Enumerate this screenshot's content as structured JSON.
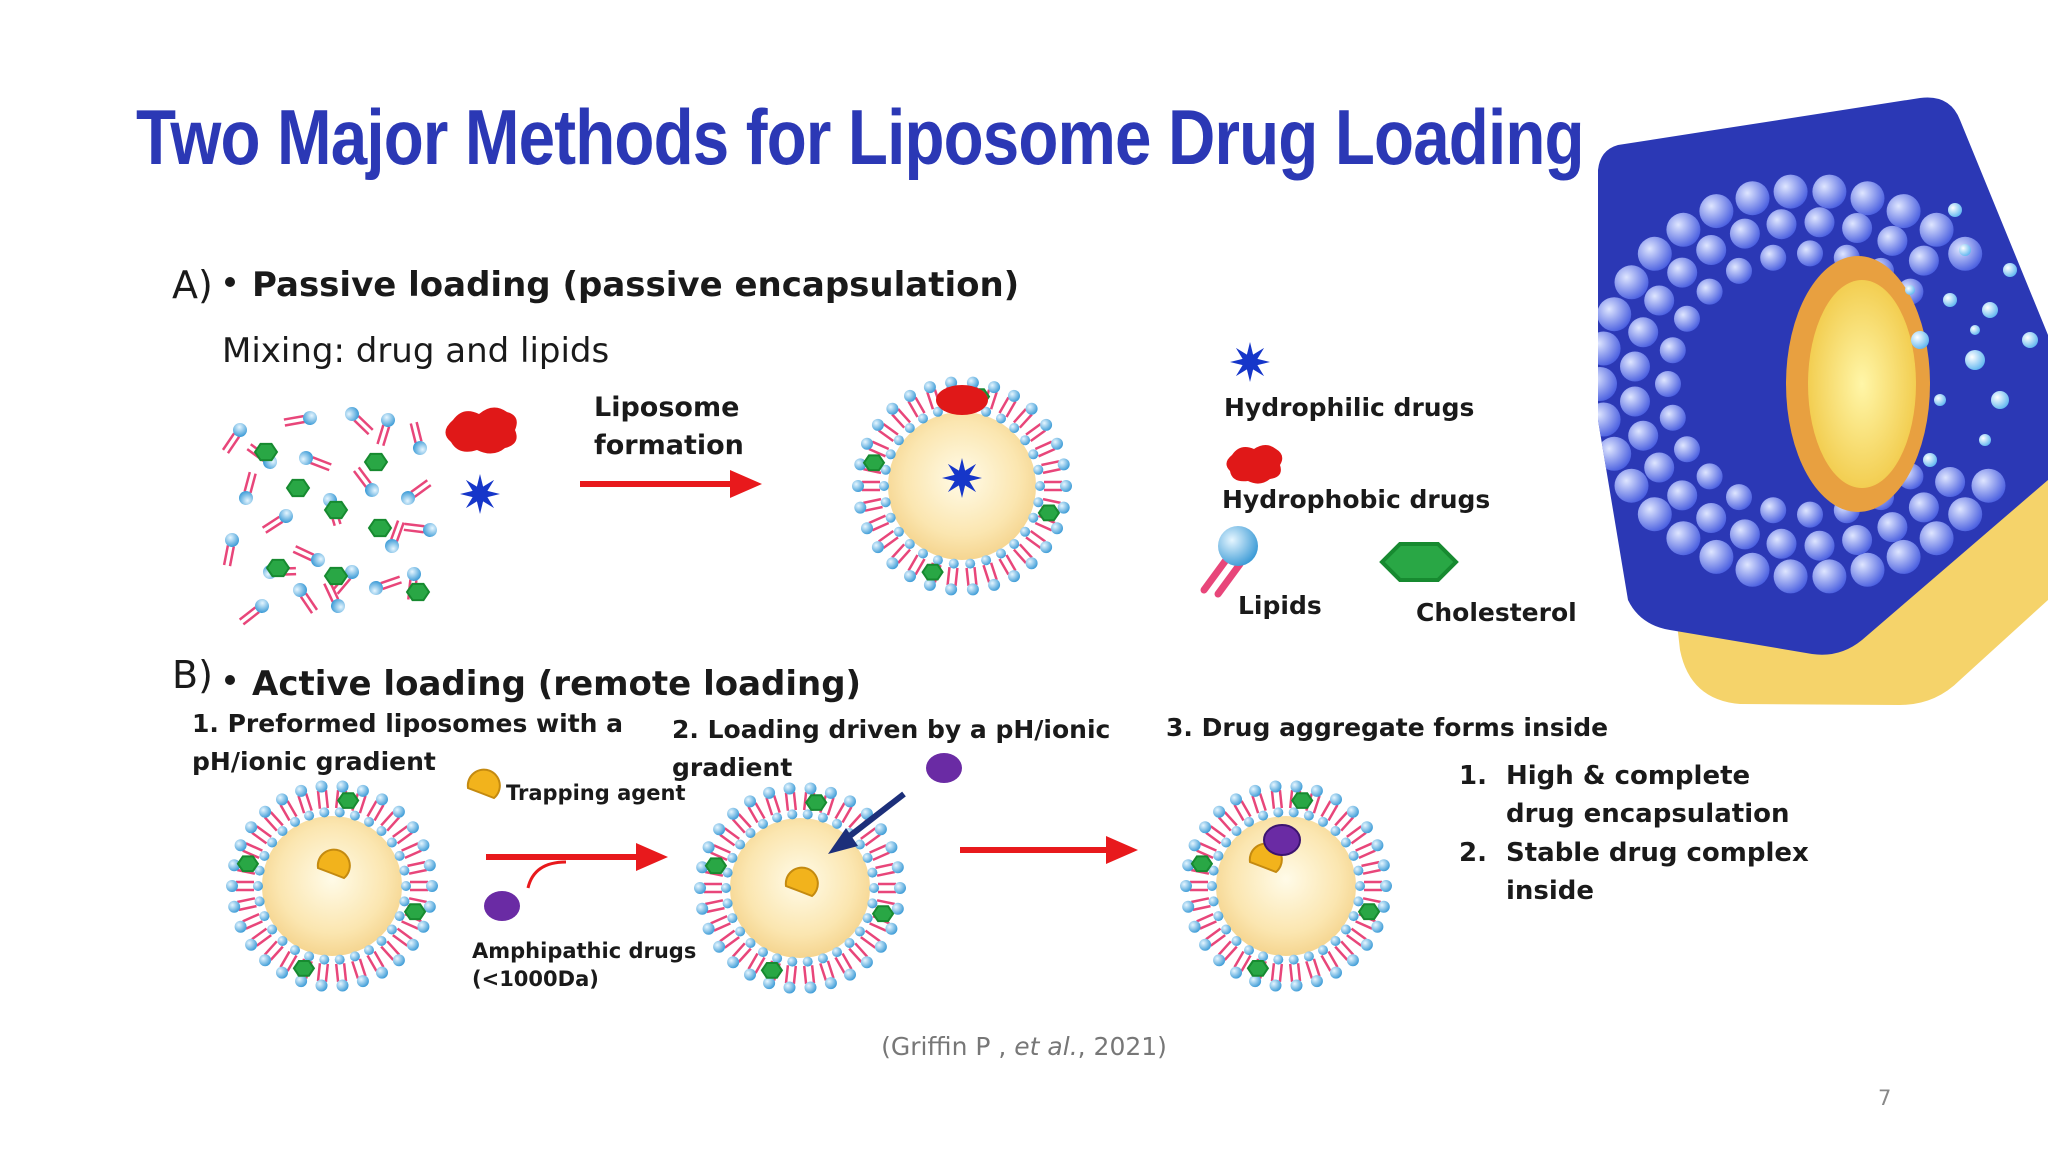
{
  "slide": {
    "title": "Two Major Methods for Liposome Drug Loading",
    "page_number": "7",
    "citation": {
      "open": "(Griffin P , ",
      "etal": "et al.",
      "close": ", 2021)"
    }
  },
  "section_a": {
    "marker": "A)",
    "heading": "Passive loading (passive encapsulation)",
    "mixing_label": "Mixing: drug and lipids",
    "arrow_label_1": "Liposome",
    "arrow_label_2": "formation"
  },
  "legend": {
    "hydrophilic": "Hydrophilic drugs",
    "hydrophobic": "Hydrophobic drugs",
    "lipids": "Lipids",
    "cholesterol": "Cholesterol"
  },
  "section_b": {
    "marker": "B)",
    "heading": "Active loading (remote loading)",
    "step1_line1": "1. Preformed liposomes with a",
    "step1_line2": "pH/ionic gradient",
    "trapping_agent": "Trapping agent",
    "amphipathic_1": "Amphipathic drugs",
    "amphipathic_2": "(<1000Da)",
    "step2_line1": "2. Loading driven by a  pH/ionic",
    "step2_line2": "gradient",
    "step3": "3. Drug aggregate forms inside",
    "benefits": [
      {
        "num": "1.",
        "line1": "High & complete",
        "line2": "drug encapsulation"
      },
      {
        "num": "2.",
        "line1": "Stable drug complex",
        "line2": "inside"
      }
    ]
  },
  "colors": {
    "title": "#2b38b5",
    "hexagon_blue": "#2b38b5",
    "hexagon_yellow": "#f5d36a",
    "arrow_red": "#e8191c",
    "lipid_head": "#4aa8e0",
    "lipid_tail": "#e8467a",
    "cholesterol": "#29a745",
    "hydrophilic_drug": "#1636c9",
    "hydrophobic_drug": "#e01818",
    "amphipathic_drug": "#6a2ba4",
    "trapping_agent": "#f2b31c"
  }
}
